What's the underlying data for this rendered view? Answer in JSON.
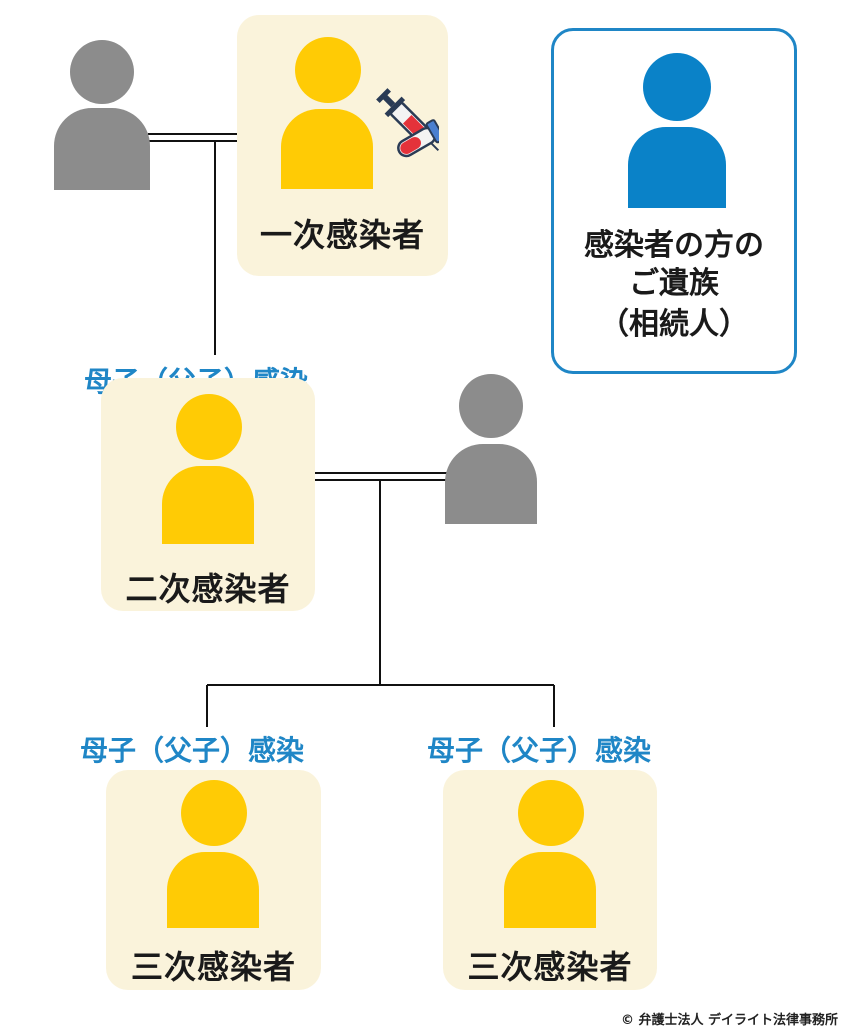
{
  "nodes": {
    "primary": {
      "label": "一次感染者"
    },
    "secondary": {
      "label": "二次感染者",
      "tag": "母子（父子）感染"
    },
    "tertiary_left": {
      "label": "三次感染者",
      "tag": "母子（父子）感染"
    },
    "tertiary_right": {
      "label": "三次感染者",
      "tag": "母子（父子）感染"
    }
  },
  "legend": {
    "line1": "感染者の方の",
    "line2": "ご遺族",
    "line3": "（相続人）"
  },
  "colors": {
    "infected": "#ffcb05",
    "spouse": "#8c8c8c",
    "heir": "#0a82c8",
    "card_bg": "#faf3db",
    "tag_text": "#1f86c6"
  },
  "icons": {
    "primary_infection": "syringe-and-blood-tube-icon"
  },
  "copyright": "© 弁護士法人 デイライト法律事務所"
}
